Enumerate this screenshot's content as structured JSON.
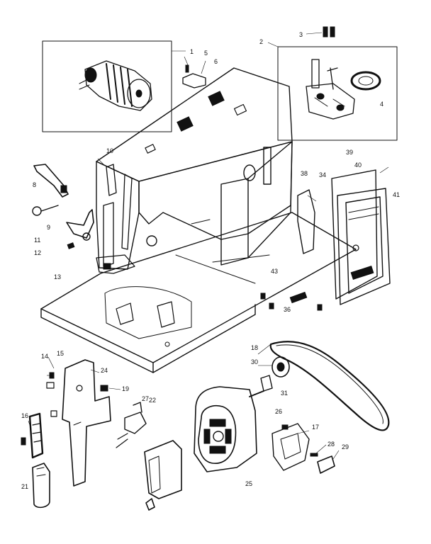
{
  "diagram": {
    "callouts": [
      {
        "id": "c1",
        "text": "1"
      },
      {
        "id": "c2",
        "text": "2"
      },
      {
        "id": "c3",
        "text": "3"
      },
      {
        "id": "c4",
        "text": "4"
      },
      {
        "id": "c5",
        "text": "5"
      },
      {
        "id": "c6",
        "text": "6"
      },
      {
        "id": "c8",
        "text": "8"
      },
      {
        "id": "c9",
        "text": "9"
      },
      {
        "id": "c10",
        "text": "10"
      },
      {
        "id": "c11",
        "text": "11"
      },
      {
        "id": "c12",
        "text": "12"
      },
      {
        "id": "c13",
        "text": "13"
      },
      {
        "id": "c14",
        "text": "14"
      },
      {
        "id": "c15",
        "text": "15"
      },
      {
        "id": "c16",
        "text": "16"
      },
      {
        "id": "c17",
        "text": "17"
      },
      {
        "id": "c18",
        "text": "18"
      },
      {
        "id": "c19",
        "text": "19"
      },
      {
        "id": "c21",
        "text": "21"
      },
      {
        "id": "c22",
        "text": "22"
      },
      {
        "id": "c24",
        "text": "24"
      },
      {
        "id": "c25",
        "text": "25"
      },
      {
        "id": "c26",
        "text": "26"
      },
      {
        "id": "c27",
        "text": "27"
      },
      {
        "id": "c28",
        "text": "28"
      },
      {
        "id": "c29",
        "text": "29"
      },
      {
        "id": "c30",
        "text": "30"
      },
      {
        "id": "c31",
        "text": "31"
      },
      {
        "id": "c34",
        "text": "34"
      },
      {
        "id": "c36",
        "text": "36"
      },
      {
        "id": "c38",
        "text": "38"
      },
      {
        "id": "c39",
        "text": "39"
      },
      {
        "id": "c40",
        "text": "40"
      },
      {
        "id": "c41",
        "text": "41"
      },
      {
        "id": "c43",
        "text": "43"
      }
    ]
  }
}
